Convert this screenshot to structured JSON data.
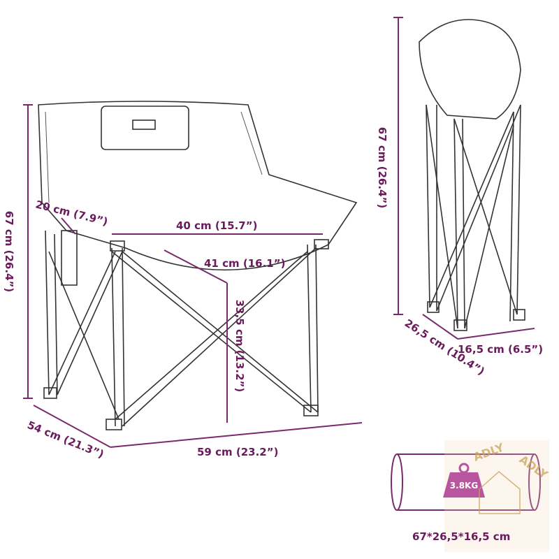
{
  "dimensions": {
    "armrest_depth": "20 cm (7.9”)",
    "seat_width": "40 cm (15.7”)",
    "seat_depth": "41 cm (16.1”)",
    "total_height": "67 cm (26.4”)",
    "seat_height": "33,5 cm (13.2”)",
    "depth": "54 cm (21.3”)",
    "width": "59 cm (23.2”)",
    "folded_height": "67 cm (26.4”)",
    "folded_depth": "26,5 cm (10.4”)",
    "folded_width": "16,5 cm (6.5”)"
  },
  "bag": {
    "weight": "3.8KG",
    "size": "67*26,5*16,5 cm"
  },
  "watermark": {
    "text": "ADLY"
  },
  "colors": {
    "dimension": "#6a1b5c",
    "weight_badge": "#b9559f",
    "watermark": "#c9a45a"
  }
}
